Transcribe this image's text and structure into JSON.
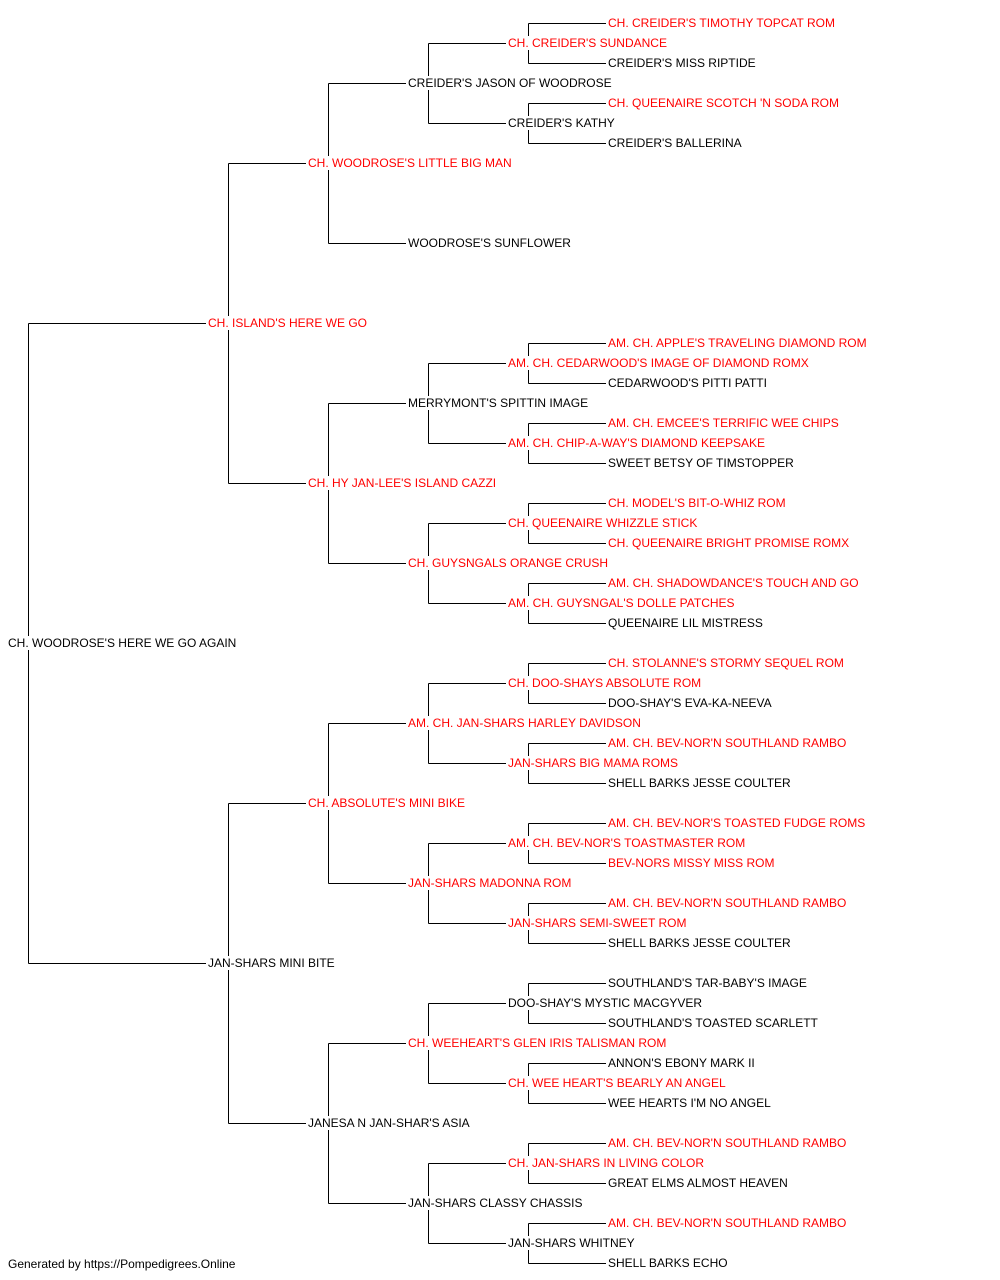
{
  "colors": {
    "champion": "#ff0000",
    "normal": "#000000",
    "line": "#000000"
  },
  "pedigree": {
    "name": "CH. WOODROSE'S HERE WE GO AGAIN",
    "ch": false,
    "sire": {
      "name": "CH. ISLAND'S HERE WE GO",
      "ch": true,
      "sire": {
        "name": "CH. WOODROSE'S LITTLE BIG MAN",
        "ch": true,
        "sire": {
          "name": "CREIDER'S JASON OF WOODROSE",
          "ch": false,
          "sire": {
            "name": "CH. CREIDER'S SUNDANCE",
            "ch": true,
            "sire": {
              "name": "CH. CREIDER'S TIMOTHY TOPCAT ROM",
              "ch": true
            },
            "dam": {
              "name": "CREIDER'S MISS RIPTIDE",
              "ch": false
            }
          },
          "dam": {
            "name": "CREIDER'S KATHY",
            "ch": false,
            "sire": {
              "name": "CH. QUEENAIRE SCOTCH 'N SODA ROM",
              "ch": true
            },
            "dam": {
              "name": "CREIDER'S BALLERINA",
              "ch": false
            }
          }
        },
        "dam": {
          "name": "WOODROSE'S SUNFLOWER",
          "ch": false
        }
      },
      "dam": {
        "name": "CH. HY JAN-LEE'S ISLAND CAZZI",
        "ch": true,
        "sire": {
          "name": "MERRYMONT'S SPITTIN IMAGE",
          "ch": false,
          "sire": {
            "name": "AM. CH. CEDARWOOD'S IMAGE OF DIAMOND ROMX",
            "ch": true,
            "sire": {
              "name": "AM. CH. APPLE'S TRAVELING DIAMOND ROM",
              "ch": true
            },
            "dam": {
              "name": "CEDARWOOD'S PITTI PATTI",
              "ch": false
            }
          },
          "dam": {
            "name": "AM. CH. CHIP-A-WAY'S DIAMOND KEEPSAKE",
            "ch": true,
            "sire": {
              "name": "AM. CH. EMCEE'S TERRIFIC WEE CHIPS",
              "ch": true
            },
            "dam": {
              "name": "SWEET BETSY OF TIMSTOPPER",
              "ch": false
            }
          }
        },
        "dam": {
          "name": "CH. GUYSNGALS ORANGE CRUSH",
          "ch": true,
          "sire": {
            "name": "CH. QUEENAIRE WHIZZLE STICK",
            "ch": true,
            "sire": {
              "name": "CH. MODEL'S BIT-O-WHIZ ROM",
              "ch": true
            },
            "dam": {
              "name": "CH. QUEENAIRE BRIGHT PROMISE ROMX",
              "ch": true
            }
          },
          "dam": {
            "name": "AM. CH. GUYSNGAL'S DOLLE PATCHES",
            "ch": true,
            "sire": {
              "name": "AM. CH. SHADOWDANCE'S TOUCH AND GO",
              "ch": true
            },
            "dam": {
              "name": "QUEENAIRE LIL MISTRESS",
              "ch": false
            }
          }
        }
      }
    },
    "dam": {
      "name": "JAN-SHARS MINI BITE",
      "ch": false,
      "sire": {
        "name": "CH. ABSOLUTE'S MINI BIKE",
        "ch": true,
        "sire": {
          "name": "AM. CH. JAN-SHARS HARLEY DAVIDSON",
          "ch": true,
          "sire": {
            "name": "CH. DOO-SHAYS ABSOLUTE ROM",
            "ch": true,
            "sire": {
              "name": "CH. STOLANNE'S STORMY SEQUEL ROM",
              "ch": true
            },
            "dam": {
              "name": "DOO-SHAY'S EVA-KA-NEEVA",
              "ch": false
            }
          },
          "dam": {
            "name": "JAN-SHARS BIG MAMA ROMS",
            "ch": true,
            "sire": {
              "name": "AM. CH. BEV-NOR'N SOUTHLAND RAMBO",
              "ch": true
            },
            "dam": {
              "name": "SHELL BARKS JESSE COULTER",
              "ch": false
            }
          }
        },
        "dam": {
          "name": "JAN-SHARS MADONNA ROM",
          "ch": true,
          "sire": {
            "name": "AM. CH. BEV-NOR'S TOASTMASTER ROM",
            "ch": true,
            "sire": {
              "name": "AM. CH. BEV-NOR'S TOASTED FUDGE ROMS",
              "ch": true
            },
            "dam": {
              "name": "BEV-NORS MISSY MISS ROM",
              "ch": true
            }
          },
          "dam": {
            "name": "JAN-SHARS SEMI-SWEET ROM",
            "ch": true,
            "sire": {
              "name": "AM. CH. BEV-NOR'N SOUTHLAND RAMBO",
              "ch": true
            },
            "dam": {
              "name": "SHELL BARKS JESSE COULTER",
              "ch": false
            }
          }
        }
      },
      "dam": {
        "name": "JANESA N JAN-SHAR'S ASIA",
        "ch": false,
        "sire": {
          "name": "CH. WEEHEART'S GLEN IRIS TALISMAN ROM",
          "ch": true,
          "sire": {
            "name": "DOO-SHAY'S MYSTIC MACGYVER",
            "ch": false,
            "sire": {
              "name": "SOUTHLAND'S TAR-BABY'S IMAGE",
              "ch": false
            },
            "dam": {
              "name": "SOUTHLAND'S TOASTED SCARLETT",
              "ch": false
            }
          },
          "dam": {
            "name": "CH. WEE HEART'S BEARLY AN ANGEL",
            "ch": true,
            "sire": {
              "name": "ANNON'S EBONY MARK II",
              "ch": false
            },
            "dam": {
              "name": "WEE HEARTS I'M NO ANGEL",
              "ch": false
            }
          }
        },
        "dam": {
          "name": "JAN-SHARS CLASSY CHASSIS",
          "ch": false,
          "sire": {
            "name": "CH. JAN-SHARS IN LIVING COLOR",
            "ch": true,
            "sire": {
              "name": "AM. CH. BEV-NOR'N SOUTHLAND RAMBO",
              "ch": true
            },
            "dam": {
              "name": "GREAT ELMS ALMOST HEAVEN",
              "ch": false
            }
          },
          "dam": {
            "name": "JAN-SHARS WHITNEY",
            "ch": false,
            "sire": {
              "name": "AM. CH. BEV-NOR'N SOUTHLAND RAMBO",
              "ch": true
            },
            "dam": {
              "name": "SHELL BARKS ECHO",
              "ch": false
            }
          }
        }
      }
    }
  },
  "footer": {
    "text": "Generated by https://Pompedigrees.Online"
  }
}
